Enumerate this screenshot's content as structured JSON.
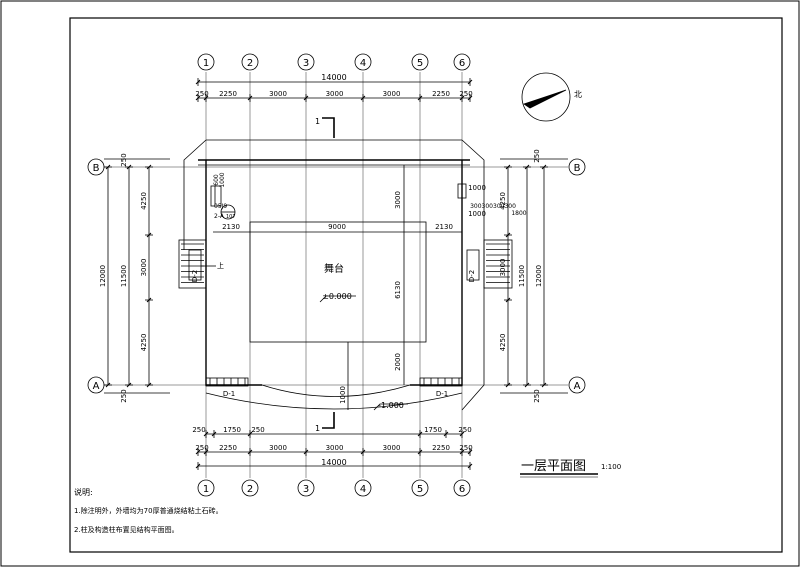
{
  "grid_x": [
    "1",
    "2",
    "3",
    "4",
    "5",
    "6"
  ],
  "grid_y": [
    "A",
    "B"
  ],
  "top_dims": {
    "total": "14000",
    "segments": [
      "250",
      "2250",
      "3000",
      "3000",
      "3000",
      "2250",
      "250"
    ]
  },
  "bottom_dims": {
    "total": "14000",
    "segments": [
      "250",
      "2250",
      "3000",
      "3000",
      "3000",
      "2250",
      "250"
    ],
    "stair_row": [
      "250",
      "1750",
      "250",
      "1750",
      "250"
    ]
  },
  "left_dims": {
    "outer_total": "12000",
    "inner_total": "11500",
    "segments": [
      "4250",
      "3000",
      "4250"
    ],
    "edge": "250"
  },
  "right_dims": {
    "outer_total": "12000",
    "inner_total": "11500",
    "segments": [
      "4250",
      "3000",
      "4250"
    ],
    "edge": "250"
  },
  "interior_dims": {
    "stage_row": [
      "2130",
      "9000",
      "2130"
    ],
    "stage_depth": "3000",
    "mid": "6130",
    "lower": "2000",
    "front": "1000",
    "left_top": [
      "600",
      "1000"
    ],
    "right_top": "1000",
    "right_mid": "1000",
    "right_small": [
      "300",
      "300",
      "300",
      "300"
    ],
    "right_small2": "1800"
  },
  "section_mark": "1",
  "stage_label": "舞台",
  "elev_main": "±0.000",
  "elev_front": "-1.000",
  "stair_up": "上",
  "stair_left_tag": "D-2",
  "stair_right_tag": "D-2",
  "detail_ref": [
    "05J9",
    "2-A",
    "107"
  ],
  "window_tag_left": "D-1",
  "window_tag_right": "D-1",
  "north_label": "北",
  "title": "一层平面图",
  "scale": "1:100",
  "notes": {
    "heading": "说明:",
    "lines": [
      "1.除注明外，外墙均为70厚普通烧结粘土石砖。",
      "2.柱及构造柱布置见结构平面图。"
    ]
  }
}
